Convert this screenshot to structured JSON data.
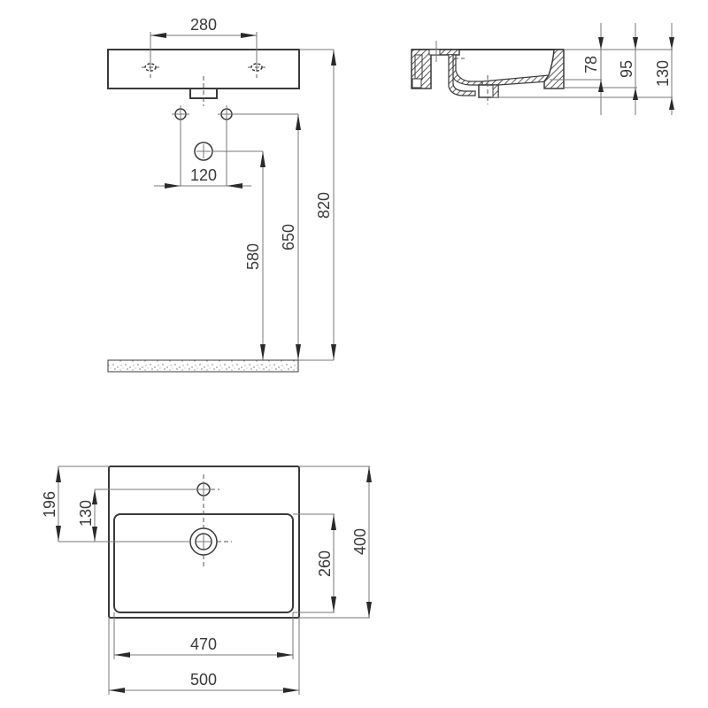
{
  "drawing": {
    "type": "washbasin technical dimension drawing",
    "colors": {
      "line": "#3a3a3a",
      "dim_line": "#777777",
      "background": "#ffffff"
    },
    "front_view": {
      "dims": {
        "tap_hole_spacing": "280",
        "waste_spacing": "120",
        "waste_height": "580",
        "supply_height": "650",
        "rim_height": "820"
      }
    },
    "section_view": {
      "dims": {
        "bowl_depth": "78",
        "overall_inner": "95",
        "overall_height": "130"
      }
    },
    "top_view": {
      "dims": {
        "tap_to_back": "196",
        "tap_to_waste": "130",
        "bowl_depth": "260",
        "overall_depth": "400",
        "bowl_width": "470",
        "overall_width": "500"
      }
    }
  }
}
